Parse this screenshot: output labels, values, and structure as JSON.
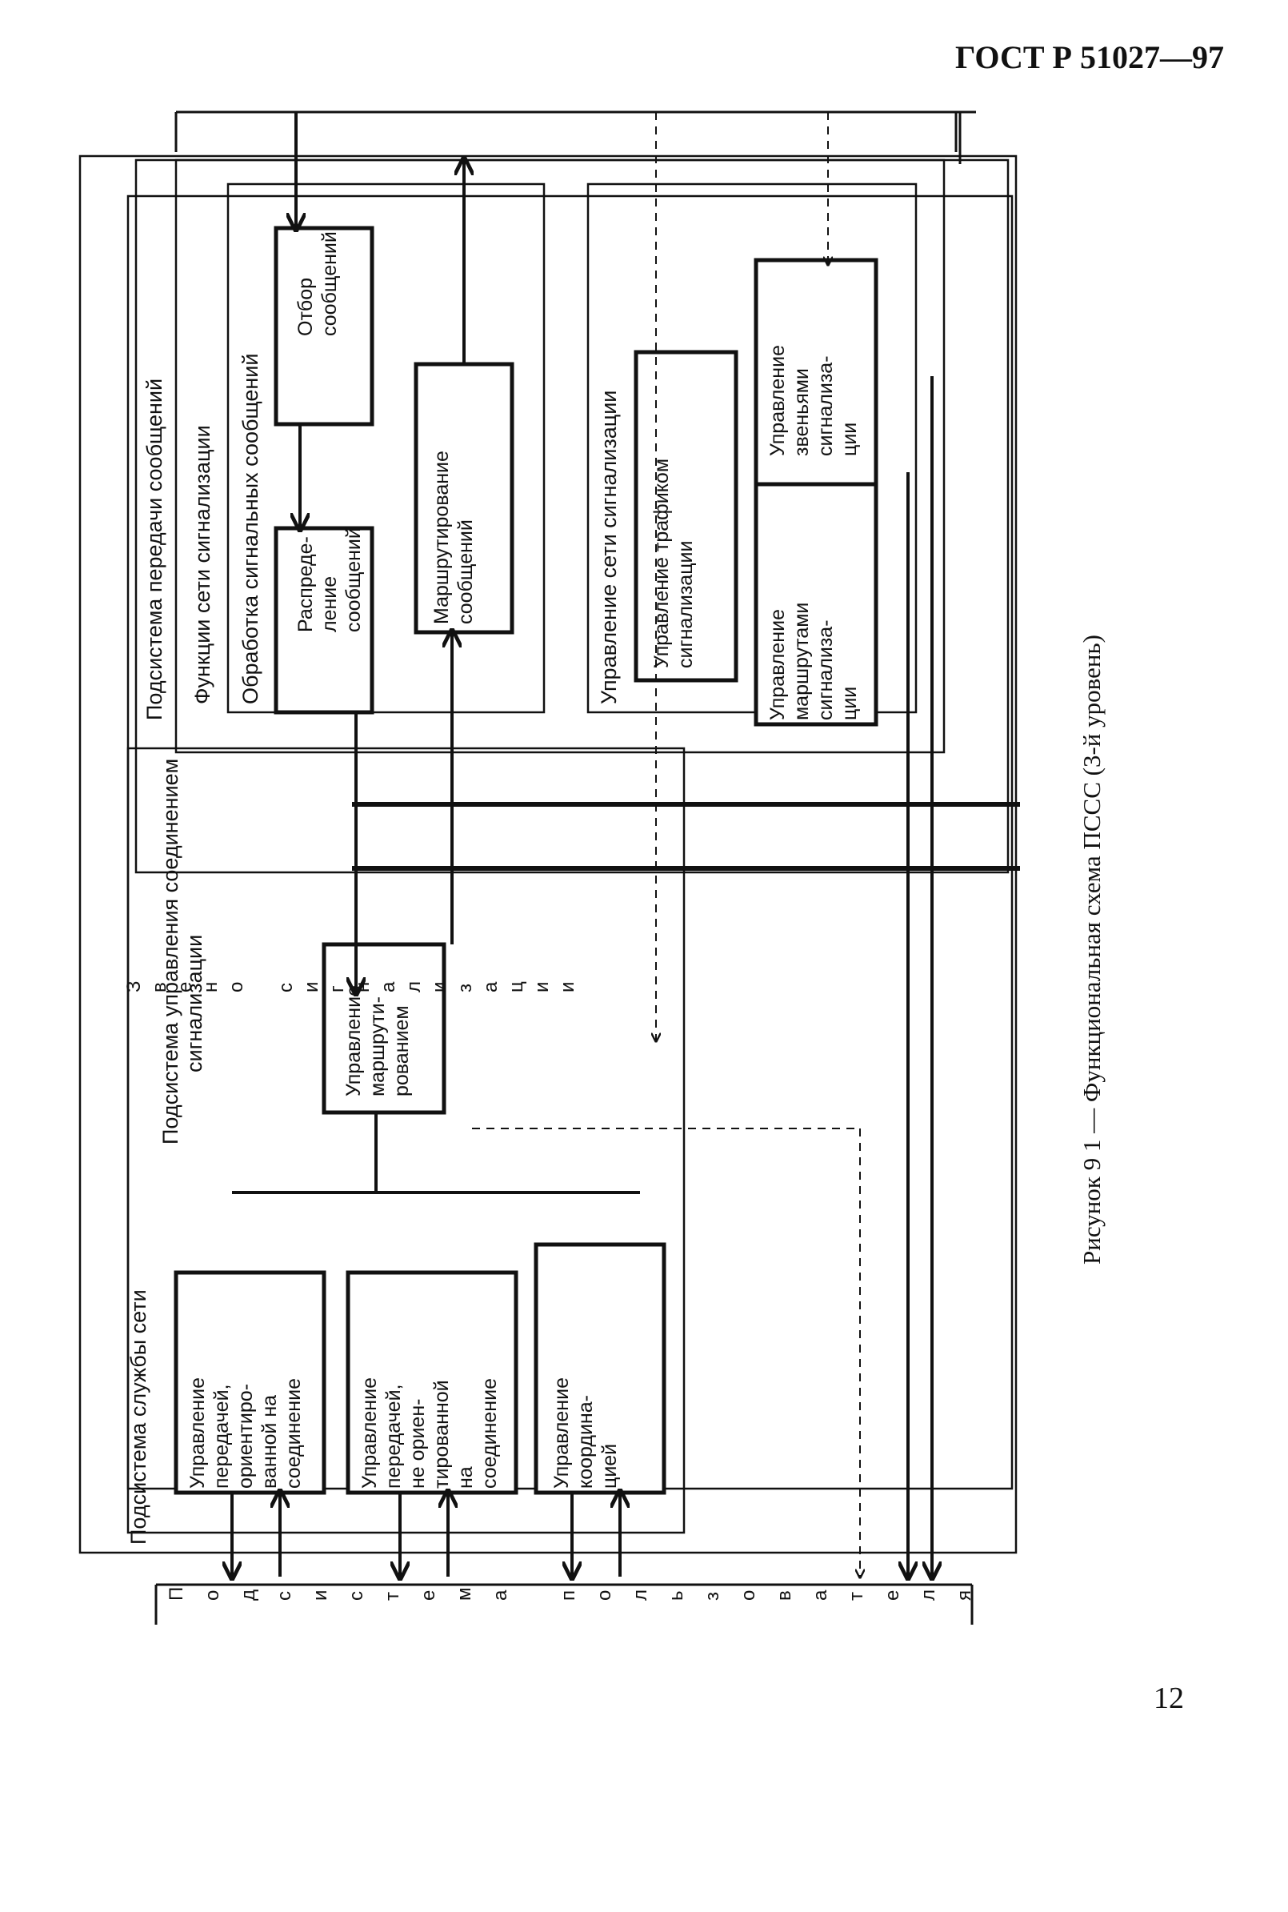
{
  "header": {
    "code": "ГОСТ Р 51027—97"
  },
  "page_number": "12",
  "diagram": {
    "caption": "Рисунок 9 1 — Функциональная схема ПССС (3-й уровень)",
    "top_bar": "Звено сигнализации",
    "bottom_bar": "Подсистема пользователя",
    "network_service": "Подсистема службы сети",
    "mtp": "Подсистема передачи сообщений",
    "network_functions": "Функции сети сигнализации",
    "message_handling": "Обработка сигнальных сообщений",
    "network_management": "Управление сети сигнализации",
    "sccp": "Подсистема управления соединением",
    "sccp2": "сигнализации",
    "boxes": {
      "discrimination": [
        "Отбор",
        "сообщений"
      ],
      "distribution": [
        "Распреде-",
        "ление",
        "сообщений"
      ],
      "routing": [
        "Маршрутирование",
        "сообщений"
      ],
      "traffic_mgmt": [
        "Управление трафиком",
        "сигнализации"
      ],
      "link_mgmt": [
        "Управление",
        "звеньями",
        "сигнализа-",
        "ции"
      ],
      "route_mgmt": [
        "Управление",
        "маршрутами",
        "сигнализа-",
        "ции"
      ],
      "routing_ctrl": [
        "Управление",
        "маршрути-",
        "рованием"
      ],
      "conn_oriented": [
        "Управление",
        "передачей,",
        "ориентиро-",
        "ванной на",
        "соединение"
      ],
      "connless": [
        "Управление",
        "передачей,",
        "не ориен-",
        "тированной",
        "на",
        "соединение"
      ],
      "coordination": [
        "Управление",
        "координа-",
        "цией"
      ]
    }
  }
}
